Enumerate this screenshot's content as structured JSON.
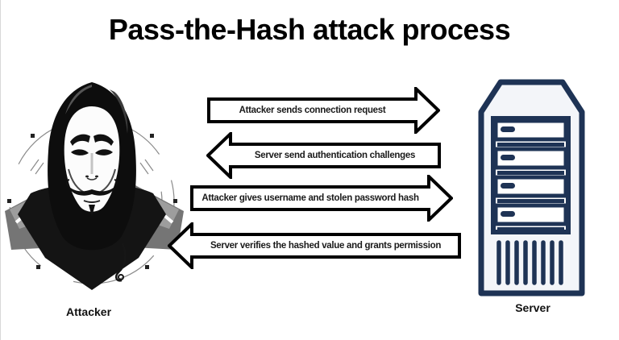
{
  "title": "Pass-the-Hash attack process",
  "attacker": {
    "label": "Attacker",
    "icon": "anonymous-hacker-mask"
  },
  "server": {
    "label": "Server",
    "icon": "server-tower"
  },
  "steps": [
    {
      "direction": "right",
      "text": "Attacker sends connection request"
    },
    {
      "direction": "left",
      "text": "Server send authentication challenges"
    },
    {
      "direction": "right",
      "text": "Attacker gives username and stolen password hash"
    },
    {
      "direction": "left",
      "text": "Server verifies the hashed value and grants permission"
    }
  ],
  "colors": {
    "background": "#ffffff",
    "text": "#000000",
    "arrow_fill": "#ffffff",
    "arrow_outline": "#000000",
    "server_icon": "#1e3355",
    "attacker_figure": "#141414"
  }
}
